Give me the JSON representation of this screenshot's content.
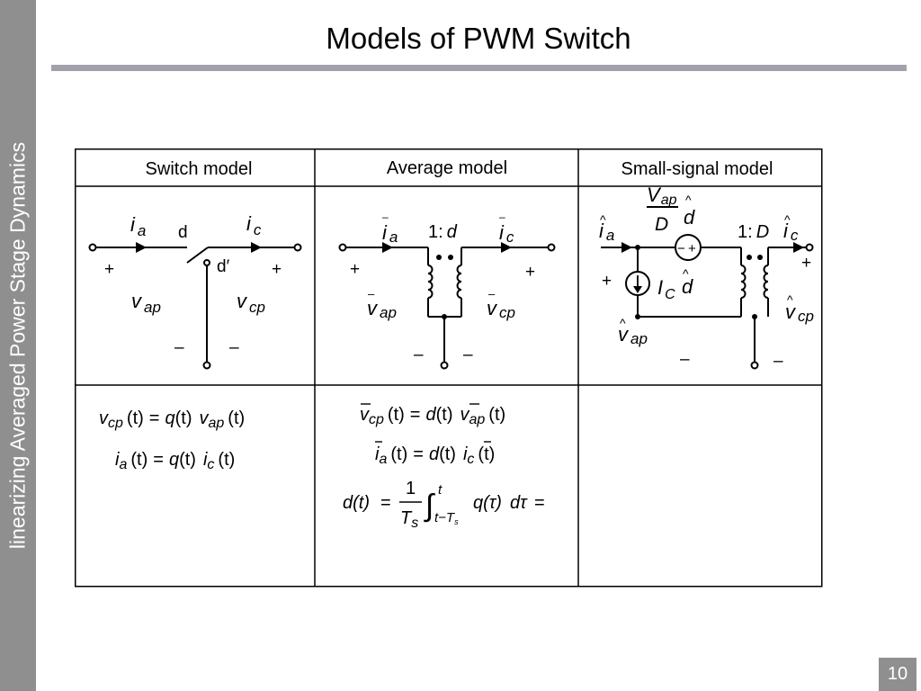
{
  "slide": {
    "sidebar_text": "linearizing Averaged Power Stage Dynamics",
    "title": "Models of PWM Switch",
    "page_number": "10"
  },
  "table": {
    "headers": [
      "Switch model",
      "Average model",
      "Small-signal model"
    ]
  },
  "circuits": {
    "switch": {
      "ia_sym": "i",
      "ia_sub": "a",
      "ic_sym": "i",
      "ic_sub": "c",
      "d": "d",
      "dprime": "d′",
      "plus": "+",
      "minus": "–",
      "vap_sym": "v",
      "vap_sub": "ap",
      "vcp_sym": "v",
      "vcp_sub": "cp"
    },
    "average": {
      "ratio_prefix": "1:",
      "ratio_var": "d",
      "bar": "–",
      "ia_sym": "i",
      "ia_sub": "a",
      "ic_sym": "i",
      "ic_sub": "c",
      "plus": "+",
      "minus": "–",
      "vap_sym": "v",
      "vap_sub": "ap",
      "vcp_sym": "v",
      "vcp_sub": "cp"
    },
    "small_signal": {
      "hat": "^",
      "ia_sym": "i",
      "ia_sub": "a",
      "ic_sym": "i",
      "ic_sub": "c",
      "V_sym": "V",
      "V_sub": "ap",
      "D_den": "D",
      "d_hat_sym": "d",
      "src_minus": "−",
      "src_plus": "+",
      "ratio_prefix": "1:",
      "ratio_var": "D",
      "IC_sym": "I",
      "IC_sub": "C",
      "plus": "+",
      "minus": "–",
      "vap_sym": "v",
      "vap_sub": "ap",
      "vcp_sym": "v",
      "vcp_sub": "cp"
    }
  },
  "equations": {
    "switch": {
      "eq1": {
        "l_sym": "v",
        "l_sub": "cp",
        "l_arg": "(t)",
        "eq": "=",
        "q_sym": "q",
        "q_arg": "(t)",
        "r_sym": "v",
        "r_sub": "ap",
        "r_arg": "(t)"
      },
      "eq2": {
        "l_sym": "i",
        "l_sub": "a",
        "l_arg": "(t)",
        "eq": "=",
        "q_sym": "q",
        "q_arg": "(t)",
        "r_sym": "i",
        "r_sub": "c",
        "r_arg": "(t)"
      }
    },
    "average": {
      "eq1": {
        "l_sym": "v",
        "l_sub": "cp",
        "l_arg": "(t)",
        "eq": "=",
        "q_sym": "d",
        "q_arg": "(t)",
        "r_sym": "v",
        "r_sub": "ap",
        "r_arg": "(t)"
      },
      "eq2": {
        "l_sym": "i",
        "l_sub": "a",
        "l_arg": "(t)",
        "eq": "=",
        "q_sym": "d",
        "q_arg": "(t)",
        "r_sym": "i",
        "r_sub": "c",
        "r_arg": "(t)"
      },
      "eq3": {
        "lhs": "d(t)",
        "eq": "=",
        "num": "1",
        "den_sym": "T",
        "den_sub": "s",
        "integral": "∫",
        "upper": "t",
        "lower_main": "t−T",
        "lower_sub": "s",
        "integrand": "q(τ)",
        "dtau": "dτ",
        "eq_end": "="
      }
    }
  }
}
